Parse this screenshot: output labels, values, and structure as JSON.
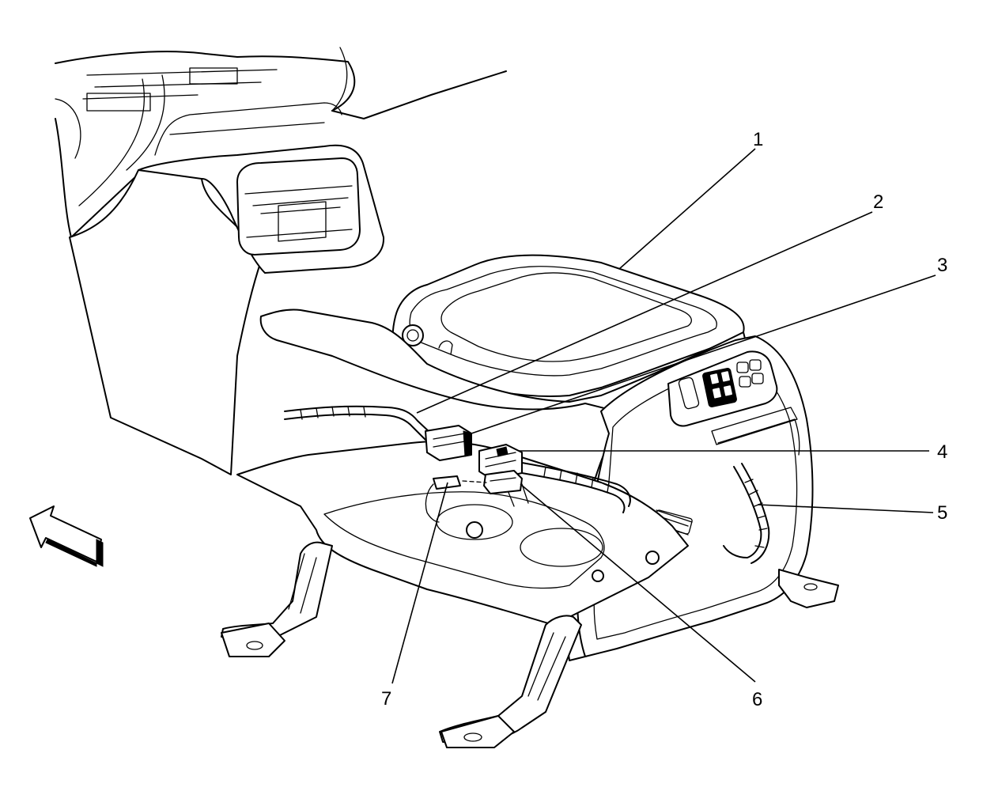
{
  "diagram": {
    "callouts": [
      {
        "id": "1",
        "label": "1"
      },
      {
        "id": "2",
        "label": "2"
      },
      {
        "id": "3",
        "label": "3"
      },
      {
        "id": "4",
        "label": "4"
      },
      {
        "id": "5",
        "label": "5"
      },
      {
        "id": "6",
        "label": "6"
      },
      {
        "id": "7",
        "label": "7"
      }
    ],
    "icons": {
      "direction": "forward-direction-arrow-icon"
    }
  }
}
